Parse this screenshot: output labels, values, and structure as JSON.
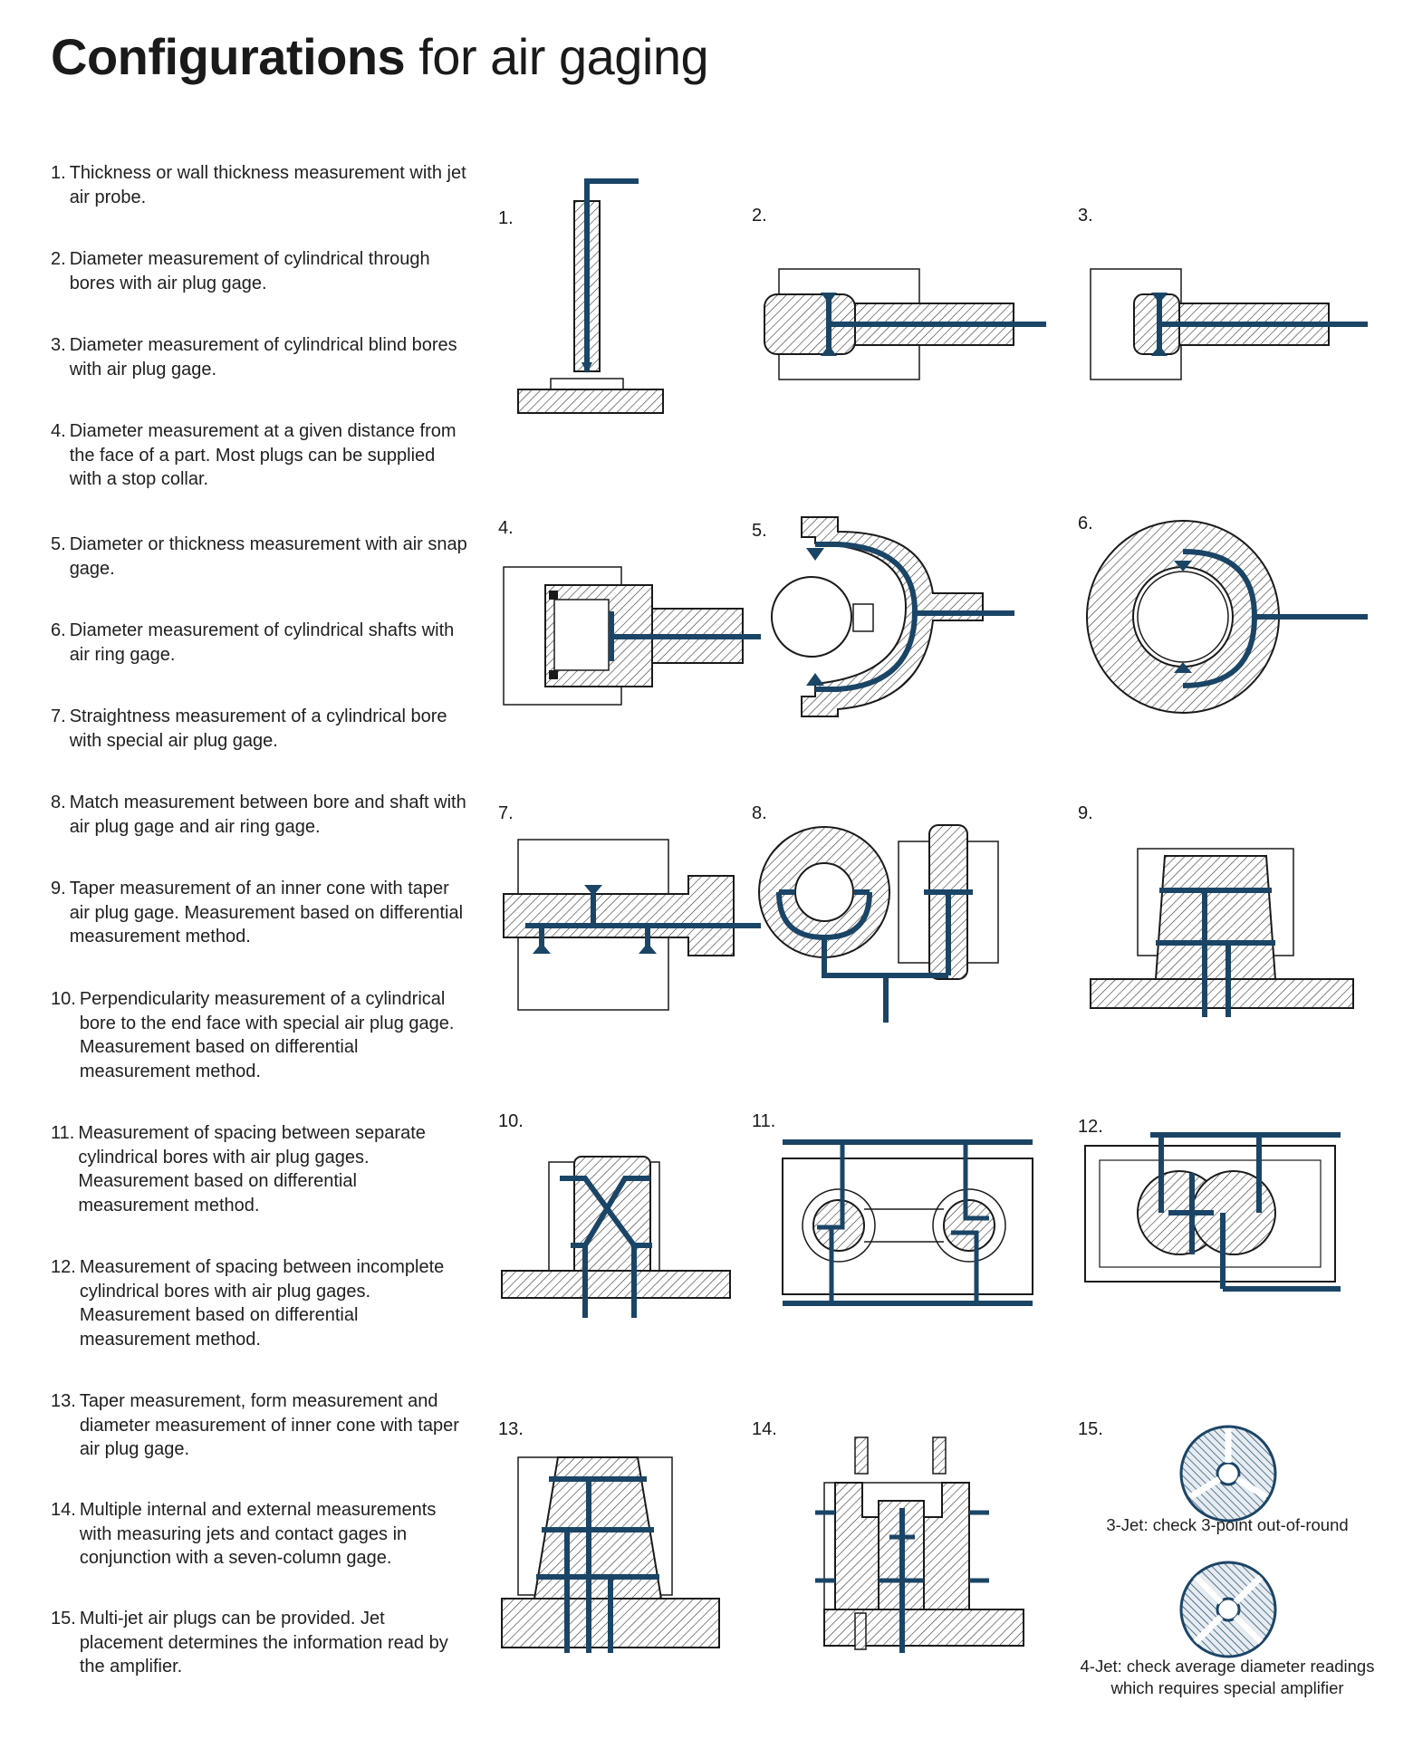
{
  "title": {
    "bold": "Configurations",
    "regular": " for air gaging"
  },
  "descriptions": [
    {
      "num": "1.",
      "text": "Thickness or wall thickness measurement with jet air probe."
    },
    {
      "num": "2.",
      "text": "Diameter measurement of cylindrical through bores with air plug gage."
    },
    {
      "num": "3.",
      "text": "Diameter measurement of cylindrical blind bores with air plug gage."
    },
    {
      "num": "4.",
      "text": "Diameter measurement at a given distance from the face of a part. Most plugs can be supplied with a stop collar."
    },
    {
      "num": "5.",
      "text": "Diameter or thickness measurement with air snap gage."
    },
    {
      "num": "6.",
      "text": "Diameter measurement of cylindrical shafts with air ring gage."
    },
    {
      "num": "7.",
      "text": "Straightness measurement of a cylindrical bore with special air plug gage."
    },
    {
      "num": "8.",
      "text": "Match measurement between bore and shaft with air plug gage and air ring gage."
    },
    {
      "num": "9.",
      "text": "Taper measurement of an inner cone with taper air plug gage. Measurement based on differential measurement method."
    },
    {
      "num": "10.",
      "text": "Perpendicularity measurement of a cylindrical bore to the end face with special air plug gage. Measurement based on differential measurement method."
    },
    {
      "num": "11.",
      "text": "Measurement of spacing between separate cylindrical bores with air plug gages. Measurement based on differential measurement method."
    },
    {
      "num": "12.",
      "text": "Measurement of spacing between incomplete cylindrical bores with air plug gages. Measurement based on differential measurement method."
    },
    {
      "num": "13.",
      "text": "Taper measurement, form measurement and diameter measurement of inner cone with taper air plug gage."
    },
    {
      "num": "14.",
      "text": "Multiple internal and external measurements with measuring jets and contact gages in conjunction with a seven-column gage."
    },
    {
      "num": "15.",
      "text": "Multi-jet air plugs can be provided. Jet placement determines the information read by the amplifier."
    }
  ],
  "figures": {
    "labels": [
      "1.",
      "2.",
      "3.",
      "4.",
      "5.",
      "6.",
      "7.",
      "8.",
      "9.",
      "10.",
      "11.",
      "12.",
      "13.",
      "14.",
      "15."
    ],
    "captions": {
      "three_jet": "3-Jet: check 3-point out-of-round",
      "four_jet": "4-Jet: check average diameter readings which requires special amplifier"
    }
  },
  "colors": {
    "air_channel": "#1b4566",
    "outline": "#1a1a1a",
    "hatch": "#333333",
    "background": "#ffffff"
  }
}
